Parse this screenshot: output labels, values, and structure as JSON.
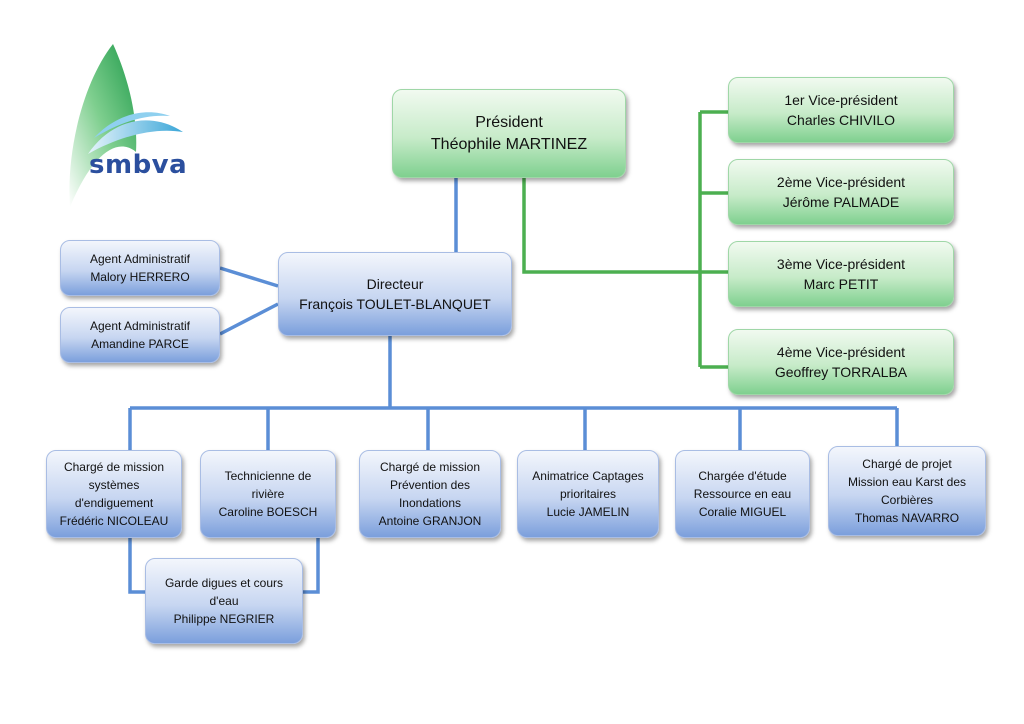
{
  "logo": {
    "text": "smbva"
  },
  "president": {
    "role": "Président",
    "name": "Théophile MARTINEZ"
  },
  "vice_presidents": [
    {
      "role": "1er Vice-président",
      "name": "Charles CHIVILO"
    },
    {
      "role": "2ème Vice-président",
      "name": "Jérôme PALMADE"
    },
    {
      "role": "3ème Vice-président",
      "name": "Marc PETIT"
    },
    {
      "role": "4ème Vice-président",
      "name": "Geoffrey TORRALBA"
    }
  ],
  "director": {
    "role": "Directeur",
    "name": "François TOULET-BLANQUET"
  },
  "agents": [
    {
      "role": "Agent Administratif",
      "name": "Malory HERRERO"
    },
    {
      "role": "Agent Administratif",
      "name": "Amandine PARCE"
    }
  ],
  "staff": [
    {
      "lines": [
        "Chargé de mission",
        "systèmes",
        "d'endiguement",
        "Frédéric NICOLEAU"
      ]
    },
    {
      "lines": [
        "Technicienne de",
        "rivière",
        "Caroline BOESCH"
      ]
    },
    {
      "lines": [
        "Chargé de mission",
        "Prévention des",
        "Inondations",
        "Antoine GRANJON"
      ]
    },
    {
      "lines": [
        "Animatrice Captages",
        "prioritaires",
        "Lucie JAMELIN"
      ]
    },
    {
      "lines": [
        "Chargée d'étude",
        "Ressource en eau",
        "Coralie MIGUEL"
      ]
    },
    {
      "lines": [
        "Chargé de projet",
        "Mission eau Karst des",
        "Corbières",
        "Thomas NAVARRO"
      ]
    }
  ],
  "guard": {
    "lines": [
      "Garde digues et cours",
      "d'eau",
      "Philippe NEGRIER"
    ]
  },
  "colors": {
    "green_line": "#4caf50",
    "blue_line": "#5b8ed6"
  }
}
